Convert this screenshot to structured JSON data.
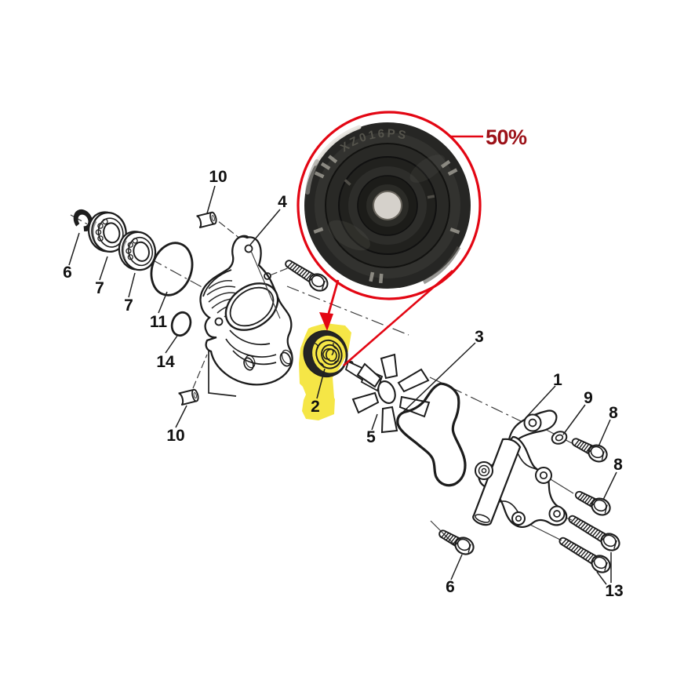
{
  "figure": {
    "type": "exploded-parts-diagram",
    "zoom_callout": {
      "label": "50%",
      "marking": "XZ016PS"
    },
    "colors": {
      "accent_red": "#e30613",
      "zoom_text_red": "#9c1118",
      "highlight_yellow": "#f4e32c",
      "line": "#1c1c1c"
    }
  },
  "part_labels": [
    {
      "part": "circlip",
      "text": "6"
    },
    {
      "part": "bearing-1",
      "text": "7"
    },
    {
      "part": "bearing-2",
      "text": "7"
    },
    {
      "part": "oring-large",
      "text": "11"
    },
    {
      "part": "oring-small",
      "text": "14"
    },
    {
      "part": "pin-upper",
      "text": "10"
    },
    {
      "part": "pin-lower",
      "text": "10"
    },
    {
      "part": "housing",
      "text": "4"
    },
    {
      "part": "mechanical-seal",
      "text": "2"
    },
    {
      "part": "impeller-shaft",
      "text": "5"
    },
    {
      "part": "gasket",
      "text": "3"
    },
    {
      "part": "cover",
      "text": "1"
    },
    {
      "part": "washer",
      "text": "9"
    },
    {
      "part": "bolt-upper-right",
      "text": "8"
    },
    {
      "part": "bolt-mid-right",
      "text": "8"
    },
    {
      "part": "bolt-bottom-left",
      "text": "6"
    },
    {
      "part": "bolts-long",
      "text": "13"
    }
  ]
}
